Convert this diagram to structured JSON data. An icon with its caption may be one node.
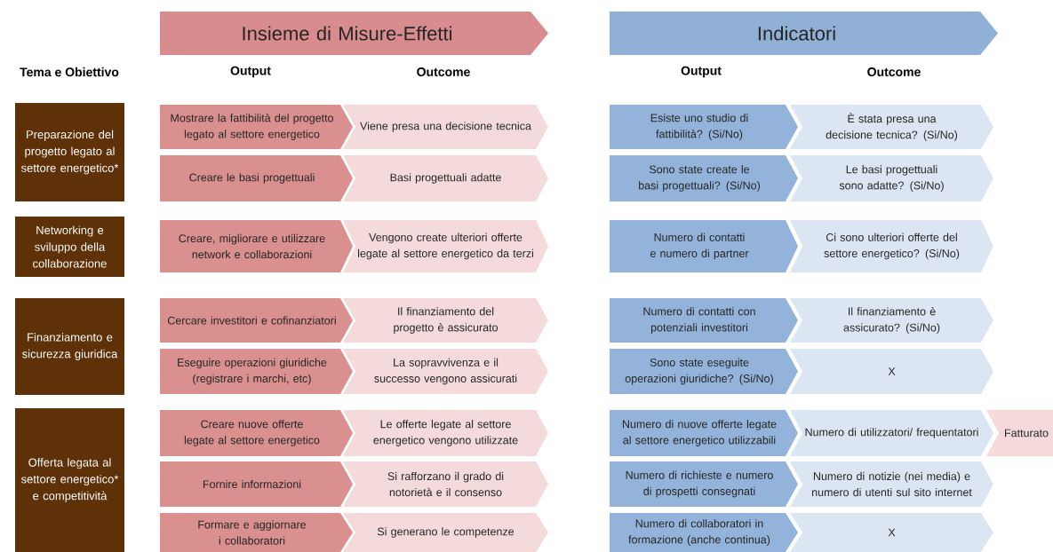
{
  "diagram": {
    "nodes": [
      {
        "text": [
          "Insieme di Misure-Effetti"
        ]
      },
      {
        "text": [
          "Indicatori"
        ]
      },
      {
        "text": [
          "Preparazione del progetto legato al settore energetico*"
        ]
      },
      {
        "text": [
          "Mostrare la fattibilità del progetto legato al settore energetico"
        ]
      },
      {
        "text": [
          "Viene presa una decisione tecnica"
        ]
      },
      {
        "text": [
          "Esiste uno studio di fattibilità? (Si/No)"
        ]
      },
      {
        "text": [
          "È stata presa una decisione tecnica? (Si/No)"
        ]
      },
      {
        "text": [
          "Creare le basi progettuali"
        ]
      },
      {
        "text": [
          "Basi progettuali adatte"
        ]
      },
      {
        "text": [
          "Sono state create le basi progettuali? (Si/No)"
        ]
      },
      {
        "text": [
          "Le basi progettuali sono adatte? (Si/No)"
        ]
      },
      {
        "text": [
          "Networking e sviluppo della collaborazione"
        ]
      },
      {
        "text": [
          "Creare, migliorare e utilizzare network e collaborazioni"
        ]
      },
      {
        "text": [
          "Vengono create ulteriori offerte legate al settore energetico da terzi"
        ]
      },
      {
        "text": [
          "Numero di contatti e numero di partner"
        ]
      },
      {
        "text": [
          "Ci sono ulteriori offerte del settore energetico? (Si/No)"
        ]
      },
      {
        "text": [
          "Finanziamento e sicurezza giuridica"
        ]
      },
      {
        "text": [
          "Cercare investitori e cofinanziatori"
        ]
      },
      {
        "text": [
          "Il finanziamento del progetto è assicurato"
        ]
      },
      {
        "text": [
          "Numero di contatti con potenziali investitori"
        ]
      },
      {
        "text": [
          "Il finanziamento è assicurato? (Si/No)"
        ]
      },
      {
        "text": [
          "Eseguire operazioni giuridiche (registrare i marchi, etc)"
        ]
      },
      {
        "text": [
          "La sopravvivenza e il successo vengono assicurati"
        ]
      },
      {
        "text": [
          "Sono state eseguite operazioni giuridiche? (Si/No)"
        ]
      },
      {
        "text": [
          "X"
        ]
      },
      {
        "text": [
          "Offerta legata al settore energetico* e competitività"
        ]
      },
      {
        "text": [
          "Creare nuove offerte legate al settore energetico"
        ]
      },
      {
        "text": [
          "Le offerte legate al settore energetico vengono utilizzate"
        ]
      },
      {
        "text": [
          "Numero di nuove offerte legate al settore energetico utilizzabili"
        ]
      },
      {
        "text": [
          "Numero di utilizzatori/ frequentatori"
        ]
      },
      {
        "text": [
          "Fatturato"
        ]
      },
      {
        "text": [
          "Fornire informazioni"
        ]
      },
      {
        "text": [
          "Si rafforzano il grado di notorietà e il consenso"
        ]
      },
      {
        "text": [
          "Numero di richieste e numero di prospetti consegnati"
        ]
      },
      {
        "text": [
          "Numero di notizie (nei media) e numero di utenti sul sito internet"
        ]
      },
      {
        "text": [
          "Formare e aggiornare i collaboratori"
        ]
      },
      {
        "text": [
          "Si generano le competenze"
        ]
      },
      {
        "text": [
          "Numero di collaboratori in formazione (anche continua)"
        ]
      },
      {
        "text": [
          "X"
        ]
      }
    ],
    "labels": [
      "Tema e Obiettivo",
      "Output",
      "Outcome",
      "Output",
      "Outcome"
    ]
  }
}
